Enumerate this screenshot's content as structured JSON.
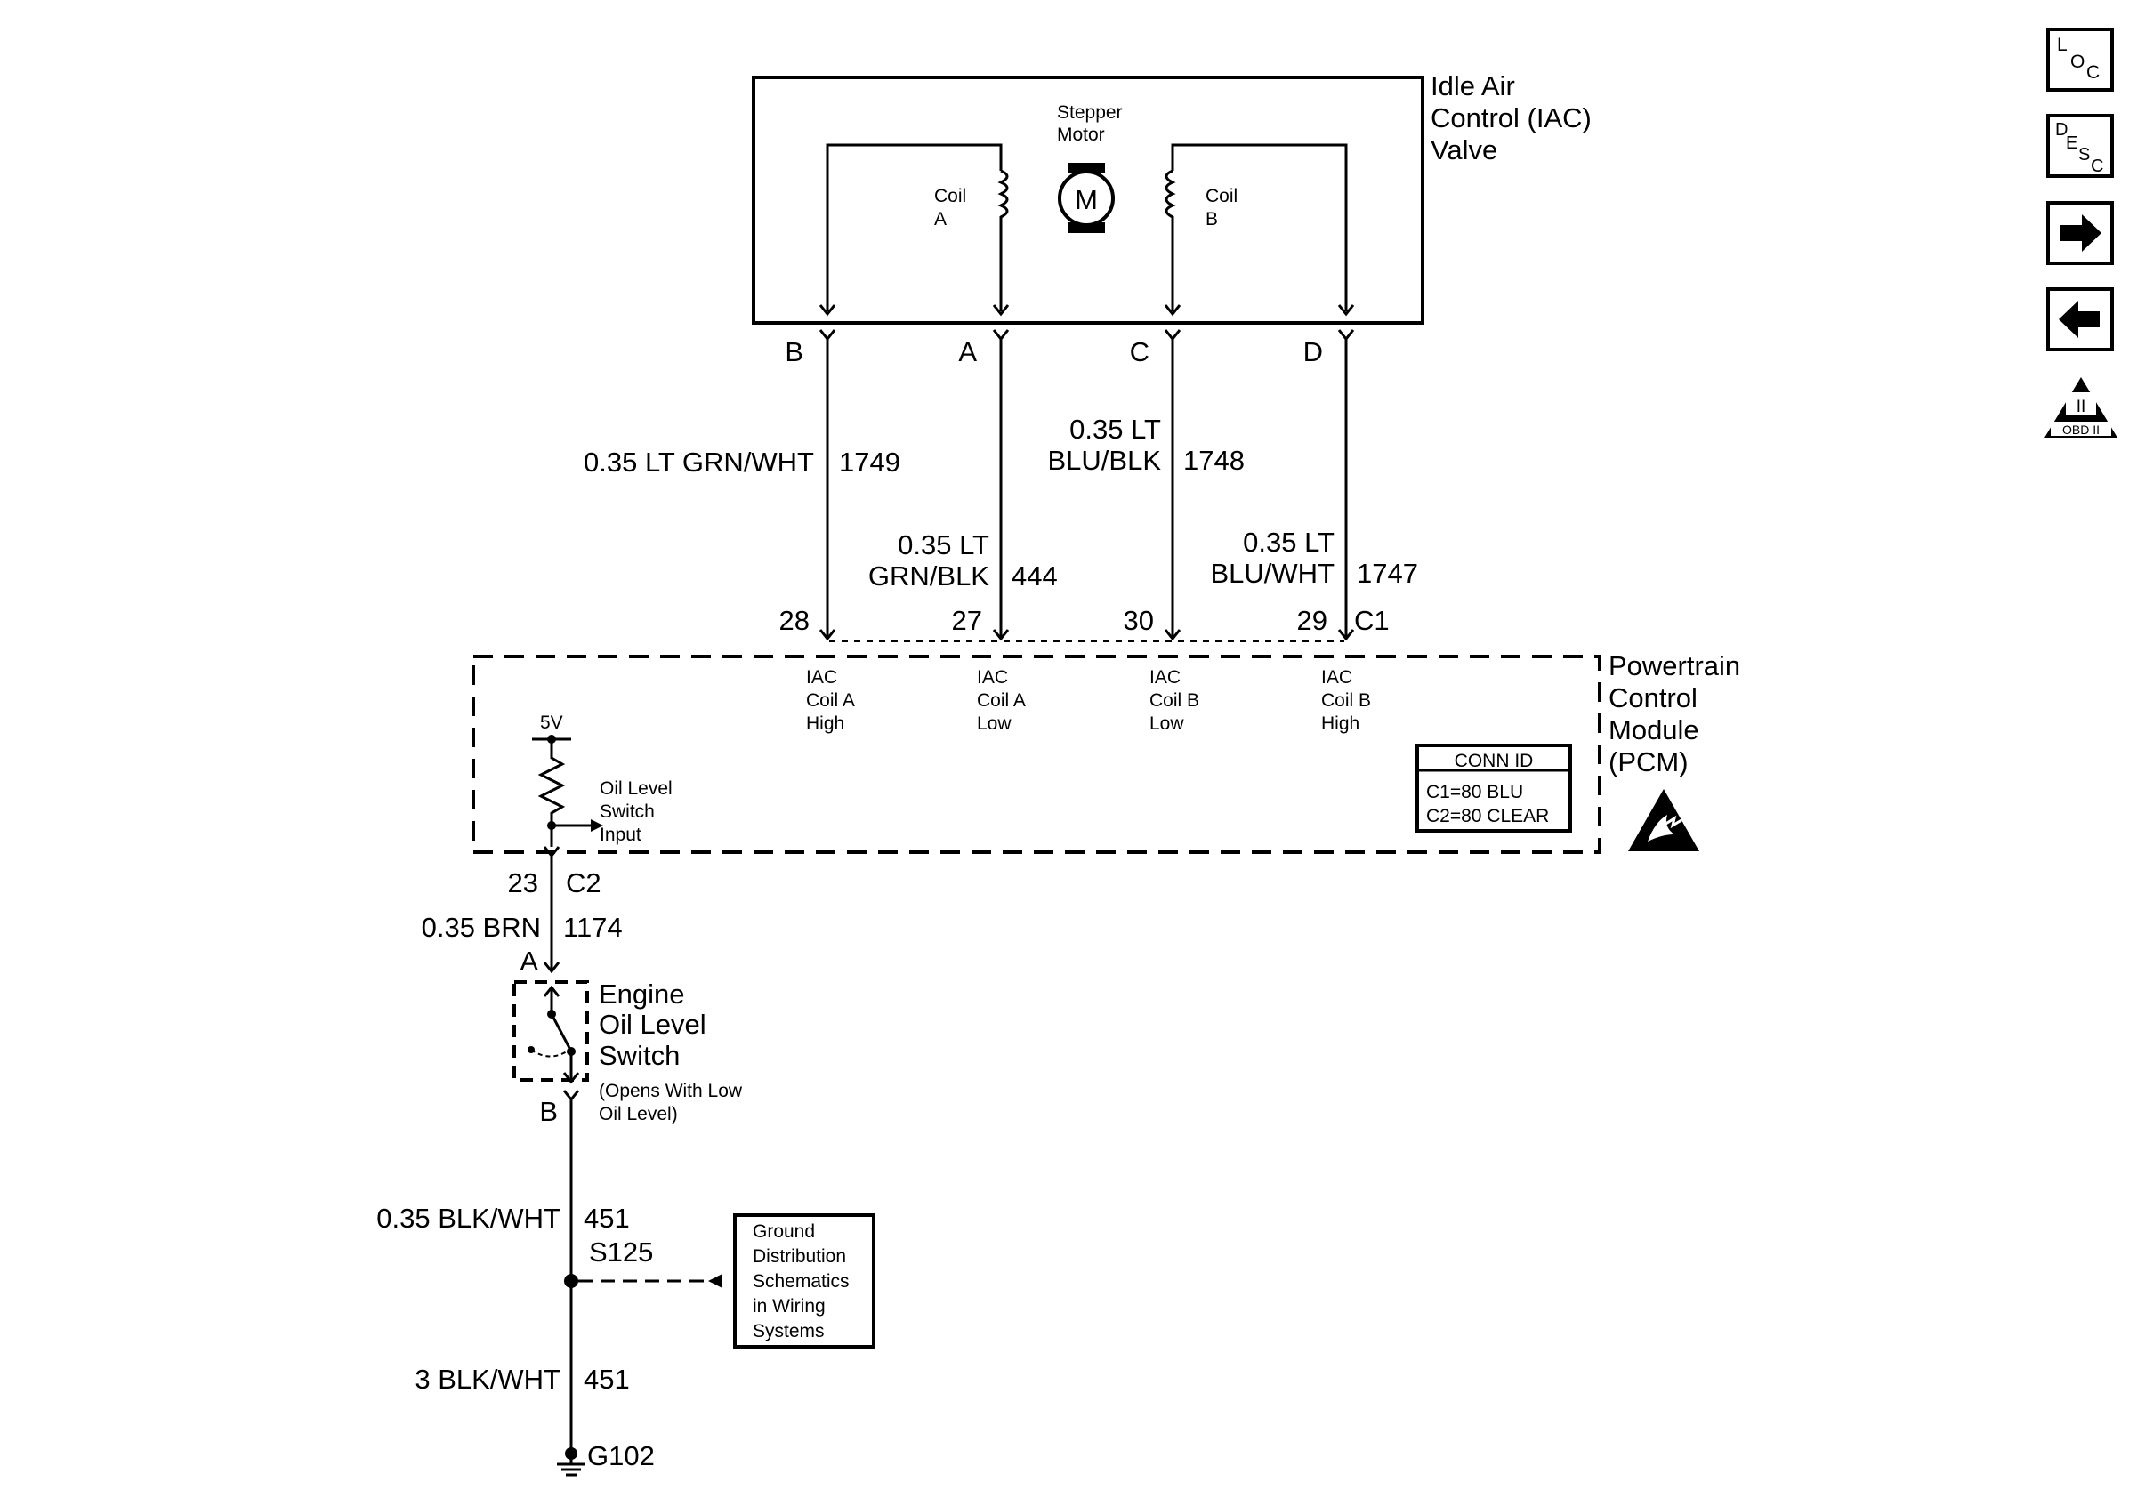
{
  "iac": {
    "title_lines": [
      "Idle Air",
      "Control (IAC)",
      "Valve"
    ],
    "stepper_lines": [
      "Stepper",
      "Motor"
    ],
    "motor_symbol": "M",
    "coil_a_lines": [
      "Coil",
      "A"
    ],
    "coil_b_lines": [
      "Coil",
      "B"
    ],
    "pins": [
      "B",
      "A",
      "C",
      "D"
    ]
  },
  "wires": {
    "w1749": {
      "gauge_color": "0.35 LT GRN/WHT",
      "circuit": "1749",
      "pcm_pin": "28"
    },
    "w444": {
      "gauge_color_lines": [
        "0.35 LT",
        "GRN/BLK"
      ],
      "circuit": "444",
      "pcm_pin": "27"
    },
    "w1748": {
      "gauge_color_lines": [
        "0.35 LT",
        "BLU/BLK"
      ],
      "circuit": "1748",
      "pcm_pin": "30"
    },
    "w1747": {
      "gauge_color_lines": [
        "0.35 LT",
        "BLU/WHT"
      ],
      "circuit": "1747",
      "pcm_pin": "29"
    },
    "c1_label": "C1"
  },
  "pcm": {
    "title_lines": [
      "Powertrain",
      "Control",
      "Module",
      "(PCM)"
    ],
    "inputs": [
      [
        "IAC",
        "Coil A",
        "High"
      ],
      [
        "IAC",
        "Coil A",
        "Low"
      ],
      [
        "IAC",
        "Coil B",
        "Low"
      ],
      [
        "IAC",
        "Coil B",
        "High"
      ]
    ],
    "voltage": "5V",
    "oil_input_lines": [
      "Oil Level",
      "Switch",
      "Input"
    ],
    "conn_id": {
      "title": "CONN ID",
      "lines": [
        "C1=80 BLU",
        "C2=80 CLEAR"
      ]
    }
  },
  "oil_circuit": {
    "pin": "23",
    "connector": "C2",
    "gauge_color": "0.35 BRN",
    "circuit": "1174",
    "switch_pin_a": "A",
    "switch_pin_b": "B",
    "switch_title_lines": [
      "Engine",
      "Oil Level",
      "Switch"
    ],
    "switch_note_lines": [
      "(Opens With Low",
      "Oil Level)"
    ]
  },
  "ground": {
    "upper_gauge": "0.35 BLK/WHT",
    "upper_circuit": "451",
    "splice": "S125",
    "ref_box_lines": [
      "Ground",
      "Distribution",
      "Schematics",
      "in Wiring",
      "Systems"
    ],
    "lower_gauge": "3 BLK/WHT",
    "lower_circuit": "451",
    "ground_id": "G102"
  },
  "nav": {
    "loc": [
      "L",
      "O",
      "C"
    ],
    "desc": [
      "D",
      "E",
      "S",
      "C"
    ],
    "next": "right-arrow-icon",
    "prev": "left-arrow-icon",
    "obd": {
      "top": "II",
      "bottom": "OBD II"
    }
  }
}
